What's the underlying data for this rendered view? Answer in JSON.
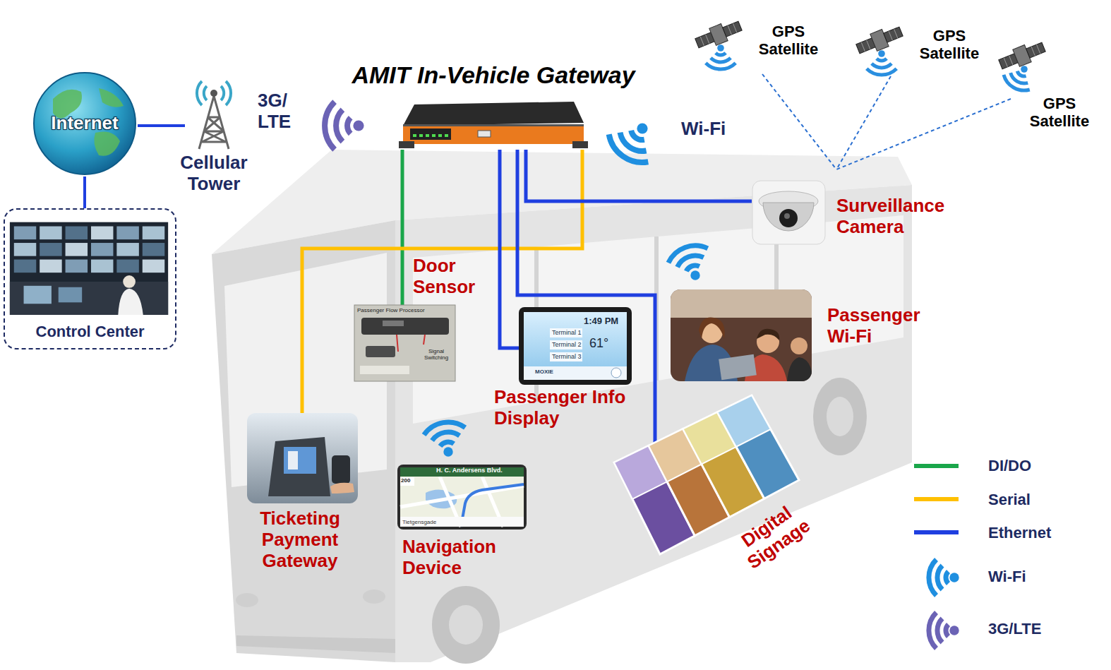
{
  "diagram": {
    "nodes": [
      {
        "text": [
          "Internet"
        ]
      },
      {
        "text": [
          "Cellular Tower"
        ]
      },
      {
        "text": [
          "Control Center"
        ]
      },
      {
        "text": [
          "AMIT In-Vehicle Gateway"
        ]
      },
      {
        "text": [
          "GPS Satellite"
        ]
      },
      {
        "text": [
          "GPS Satellite"
        ]
      },
      {
        "text": [
          "GPS Satellite"
        ]
      },
      {
        "text": [
          "Surveillance Camera"
        ]
      },
      {
        "text": [
          "Door Sensor"
        ]
      },
      {
        "text": [
          "Passenger Info Display"
        ]
      },
      {
        "text": [
          "Passenger Wi-Fi"
        ]
      },
      {
        "text": [
          "Ticketing Payment Gateway"
        ]
      },
      {
        "text": [
          "Navigation Device"
        ]
      },
      {
        "text": [
          "Digital Signage"
        ]
      }
    ],
    "edges": [
      {
        "from": 0,
        "to": 1,
        "arrow": "none"
      },
      {
        "from": 0,
        "to": 2,
        "arrow": "none"
      },
      {
        "from": 3,
        "to": 8,
        "arrow": "none"
      },
      {
        "from": 3,
        "to": 11,
        "arrow": "none"
      },
      {
        "from": 3,
        "to": 9,
        "arrow": "none"
      },
      {
        "from": 3,
        "to": 13,
        "arrow": "none"
      },
      {
        "from": 3,
        "to": 7,
        "arrow": "none"
      }
    ],
    "labels": [
      "3G/ LTE",
      "Wi-Fi",
      "Passenger Flow Processor",
      "Signal Switching",
      "Terminal 1",
      "Terminal 2",
      "Terminal 3",
      "1:49 PM",
      "61°",
      "MOXIE",
      "200",
      "H. C. Andersens Blvd.",
      "Tietgensgade"
    ],
    "legend": [
      {
        "text": "DI/DO"
      },
      {
        "text": "Serial"
      },
      {
        "text": "Ethernet"
      },
      {
        "text": "Wi-Fi"
      },
      {
        "text": "3G/LTE"
      }
    ]
  }
}
